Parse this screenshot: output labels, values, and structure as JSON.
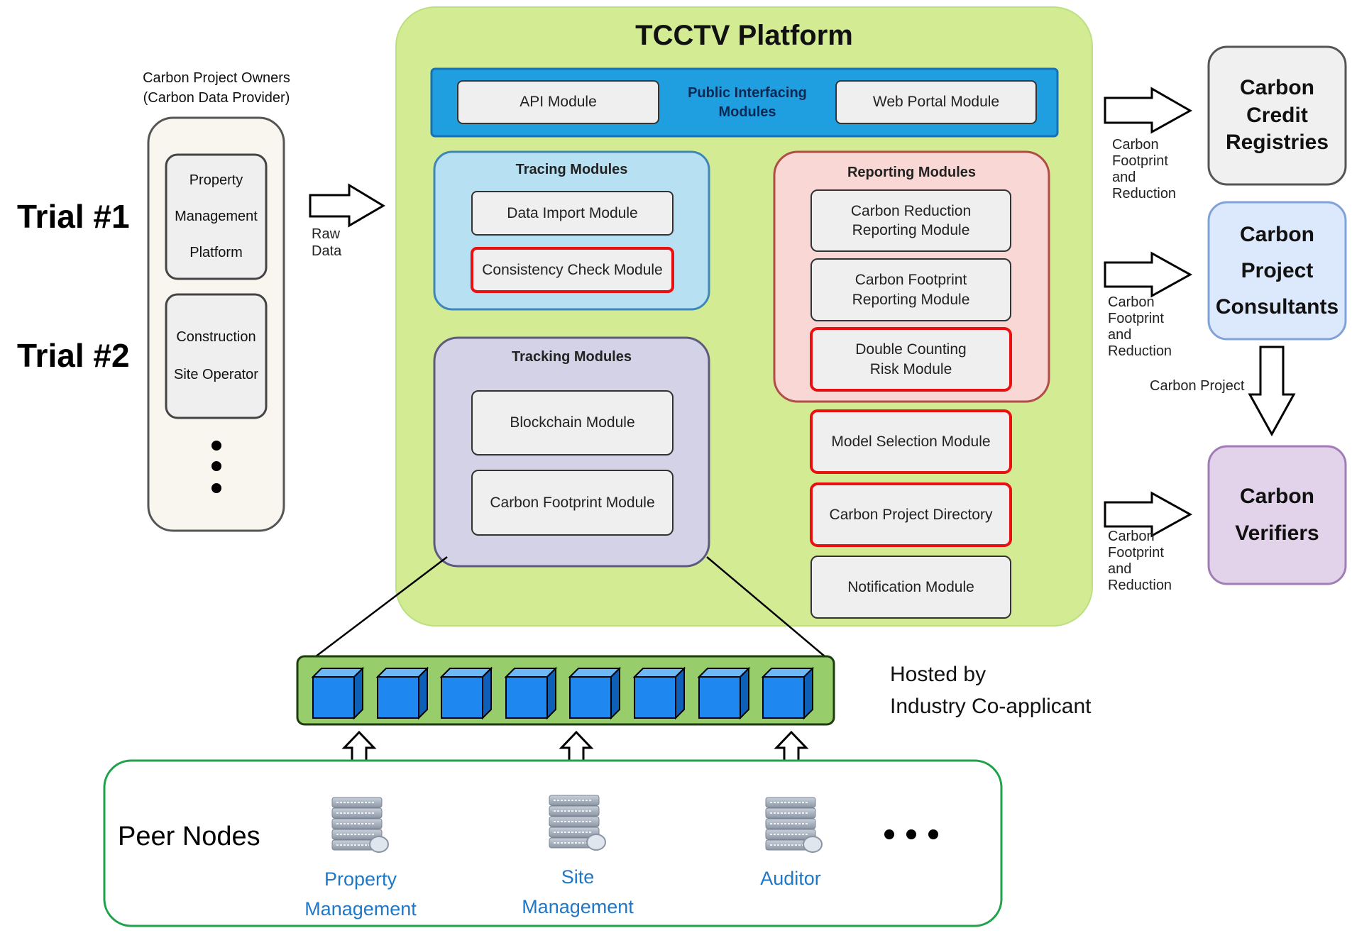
{
  "platform": {
    "title": "TCCTV Platform",
    "public": {
      "title": "Public Interfacing\nModules",
      "api": "API Module",
      "web": "Web Portal Module"
    },
    "tracing": {
      "title": "Tracing Modules",
      "import": "Data Import Module",
      "consistency": "Consistency Check Module"
    },
    "tracking": {
      "title": "Tracking Modules",
      "blockchain": "Blockchain Module",
      "footprint": "Carbon Footprint Module"
    },
    "reporting": {
      "title": "Reporting  Modules",
      "reduction": "Carbon Reduction\nReporting Module",
      "footprint": "Carbon Footprint\nReporting Module",
      "double": "Double Counting\nRisk Module"
    },
    "model_selection": "Model Selection Module",
    "directory": "Carbon Project Directory",
    "notification": "Notification Module"
  },
  "owners": {
    "title": "Carbon Project Owners\n(Carbon Data Provider)",
    "items": [
      "Property\nManagement\nPlatform",
      "Construction\nSite Operator"
    ],
    "raw_data": "Raw\nData"
  },
  "trials": [
    "Trial #1",
    "Trial #2"
  ],
  "external": {
    "registries": "Carbon\nCredit\nRegistries",
    "consultants": "Carbon\nProject\nConsultants",
    "verifiers": "Carbon\nVerifiers",
    "arrow_label": "Carbon\nFootprint\nand\nReduction",
    "project_label": "Carbon Project"
  },
  "hosted": "Hosted by\nIndustry Co-applicant",
  "peer": {
    "title": "Peer Nodes",
    "nodes": [
      "Property\nManagement",
      "Site\nManagement",
      "Auditor"
    ]
  },
  "colors": {
    "platform_bg": "#d3ec94",
    "public_bg": "#1f9fe0",
    "tracing_bg": "#b7e0f2",
    "tracking_bg": "#d3d2e6",
    "reporting_bg": "#f9d7d4",
    "module_bg": "#efefef",
    "highlight": "#e81010",
    "chain_bg": "#97cd6a",
    "block": "#1e88f0",
    "consultants_bg": "#dce8fb",
    "verifiers_bg": "#e3d3ea",
    "registries_bg": "#f0f0f0",
    "peer_border": "#1fa34a",
    "node_label": "#1e78c8"
  }
}
